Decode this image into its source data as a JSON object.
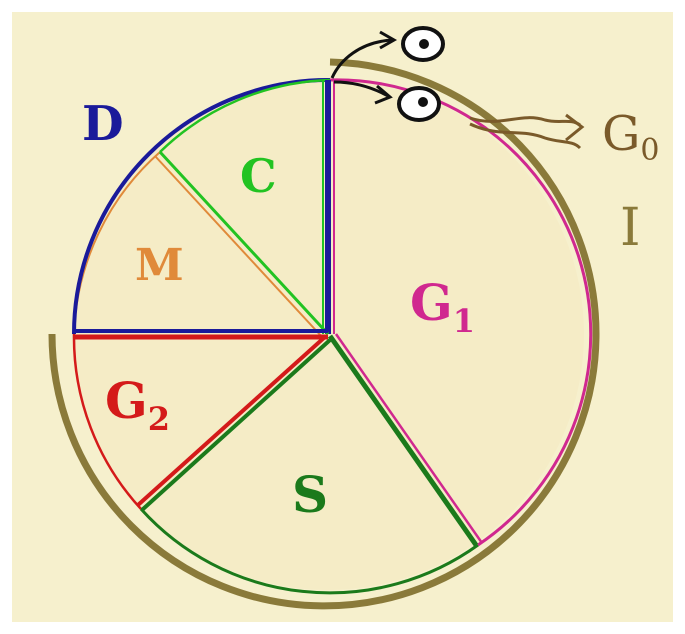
{
  "diagram": {
    "colors": {
      "background": "#f6f0cd",
      "frame": "#ffffff",
      "sector_fill": "#f5ecc6",
      "D": "#1a1a9a",
      "C": "#22c322",
      "M": "#e08a3a",
      "G1": "#d0288f",
      "G2": "#d41a1a",
      "S": "#1b7a1b",
      "I": "#8a7a3a",
      "G0": "#7a5a2a",
      "eye": "#111111"
    },
    "labels": {
      "D": "D",
      "C": "C",
      "M": "M",
      "G1_letter": "G",
      "G1_sub": "1",
      "G2_letter": "G",
      "G2_sub": "2",
      "S": "S",
      "I": "I",
      "G0_letter": "G",
      "G0_sub": "0"
    },
    "icons": [
      "eye-icon",
      "eye-icon",
      "curved-arrow-icon",
      "curved-arrow-icon",
      "wavy-arrow-icon"
    ]
  }
}
